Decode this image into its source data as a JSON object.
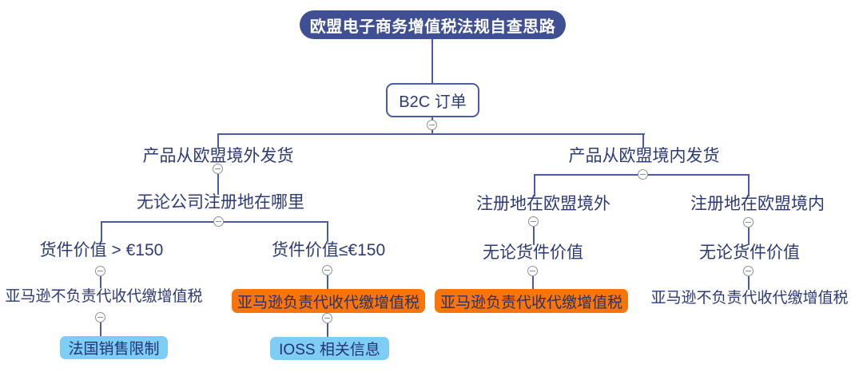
{
  "title": "欧盟电子商务增值税法规自查思路",
  "nodes": {
    "root": {
      "label": "欧盟电子商务增值税法规自查思路"
    },
    "b2c": {
      "label": "B2C 订单"
    },
    "ship_outside": {
      "label": "产品从欧盟境外发货"
    },
    "ship_inside": {
      "label": "产品从欧盟境内发货"
    },
    "any_company": {
      "label": "无论公司注册地在哪里"
    },
    "value_gt150": {
      "label": "货件价值 > €150"
    },
    "value_le150": {
      "label": "货件价值≤€150"
    },
    "amazon_not_left": {
      "label": "亚马逊不负责代收代缴增值税"
    },
    "amazon_yes_left": {
      "label": "亚马逊负责代收代缴增值税"
    },
    "france_limit": {
      "label": "法国销售限制"
    },
    "ioss_info": {
      "label": "IOSS 相关信息"
    },
    "reg_outside": {
      "label": "注册地在欧盟境外"
    },
    "reg_inside": {
      "label": "注册地在欧盟境内"
    },
    "any_value_left": {
      "label": "无论货件价值"
    },
    "any_value_right": {
      "label": "无论货件价值"
    },
    "amazon_yes_right": {
      "label": "亚马逊负责代收代缴增值税"
    },
    "amazon_not_right": {
      "label": "亚马逊不负责代收代缴增值税"
    }
  },
  "icons": {
    "collapse": "minus-circle"
  },
  "colors": {
    "root_bg": "#3E4F94",
    "root_text": "#FFFFFF",
    "connector": "#4A5CA5",
    "label_text": "#2D3A78",
    "highlight_orange": "#F97409",
    "highlight_cyan": "#7DCDF5",
    "box_text": "#253271",
    "collapse_icon": "#8A8F98"
  }
}
